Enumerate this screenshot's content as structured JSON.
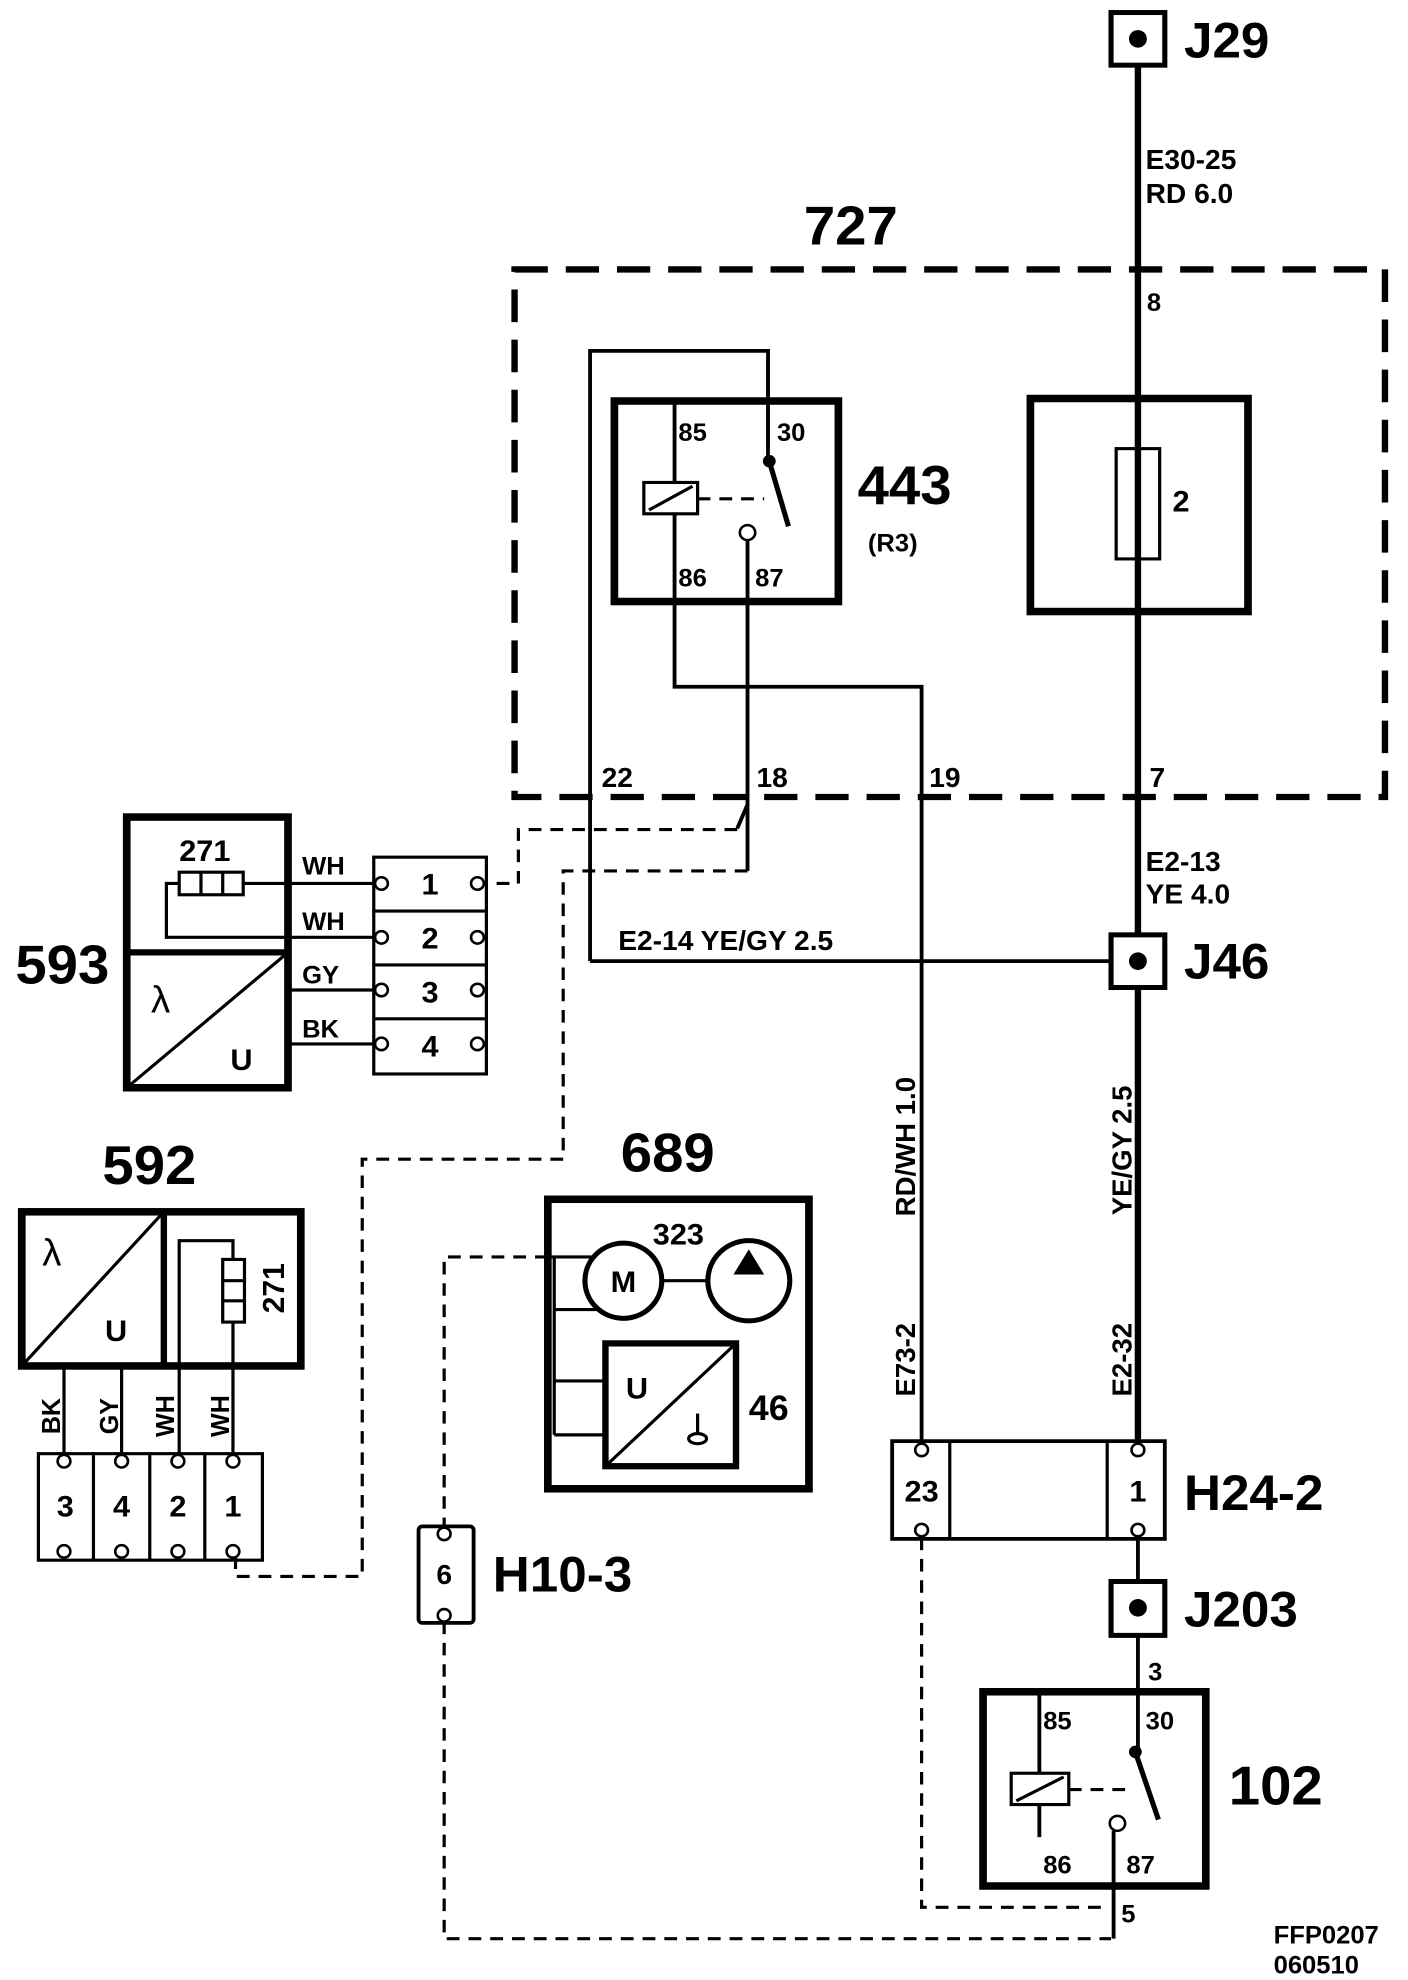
{
  "unit_727": {
    "label": "727",
    "pins": {
      "p8": "8",
      "p22": "22",
      "p18": "18",
      "p19": "19",
      "p7": "7"
    }
  },
  "relay_443": {
    "label": "443",
    "designation": "(R3)",
    "pins": {
      "p85": "85",
      "p30": "30",
      "p86": "86",
      "p87": "87"
    }
  },
  "fuse": {
    "label": "2"
  },
  "connectors": {
    "j29": {
      "label": "J29"
    },
    "j46": {
      "label": "J46"
    },
    "j203": {
      "label": "J203",
      "pin": "3"
    },
    "h24_2": {
      "label": "H24-2",
      "pins": [
        "23",
        "1"
      ]
    },
    "h10_3": {
      "label": "H10-3",
      "pins": [
        "6"
      ]
    }
  },
  "wires": {
    "e30_25": {
      "id": "E30-25",
      "spec": "RD 6.0"
    },
    "e2_13": {
      "id": "E2-13",
      "spec": "YE 4.0"
    },
    "e2_14": {
      "text": "E2-14 YE/GY 2.5"
    },
    "e73_2": {
      "id": "E73-2",
      "spec": "RD/WH 1.0"
    },
    "e2_32": {
      "id": "E2-32",
      "spec": "YE/GY 2.5"
    },
    "relay_102_out": {
      "pin": "5"
    }
  },
  "component_593": {
    "label": "593",
    "resistor_label": "271",
    "lambda_symbol": "λ",
    "output_symbol": "U",
    "wires": [
      "WH",
      "WH",
      "GY",
      "BK"
    ],
    "connector_pins": [
      "1",
      "2",
      "3",
      "4"
    ]
  },
  "component_592": {
    "label": "592",
    "resistor_label": "271",
    "lambda_symbol": "λ",
    "output_symbol": "U",
    "wires": [
      "BK",
      "GY",
      "WH",
      "WH"
    ],
    "connector_pins": [
      "3",
      "4",
      "2",
      "1"
    ]
  },
  "component_689": {
    "label": "689",
    "motor_label": "323",
    "motor_symbol": "M",
    "sender_symbol": "U",
    "sender_label": "46"
  },
  "relay_102": {
    "label": "102",
    "pins": {
      "p85": "85",
      "p30": "30",
      "p86": "86",
      "p87": "87"
    }
  },
  "footer": {
    "code": "FFP0207",
    "date": "060510"
  }
}
